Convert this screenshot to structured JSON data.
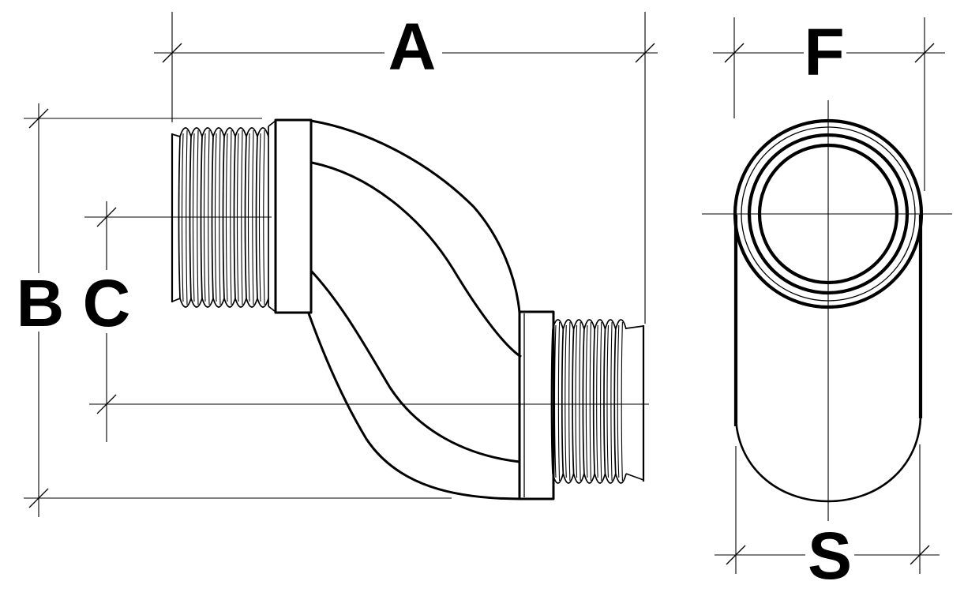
{
  "colors": {
    "ink": "#000000",
    "paper": "#ffffff"
  },
  "side_view": {
    "dim_a_label": "A",
    "dim_b_label": "B",
    "dim_c_label": "C"
  },
  "end_view": {
    "dim_f_label": "F",
    "dim_s_label": "S"
  }
}
